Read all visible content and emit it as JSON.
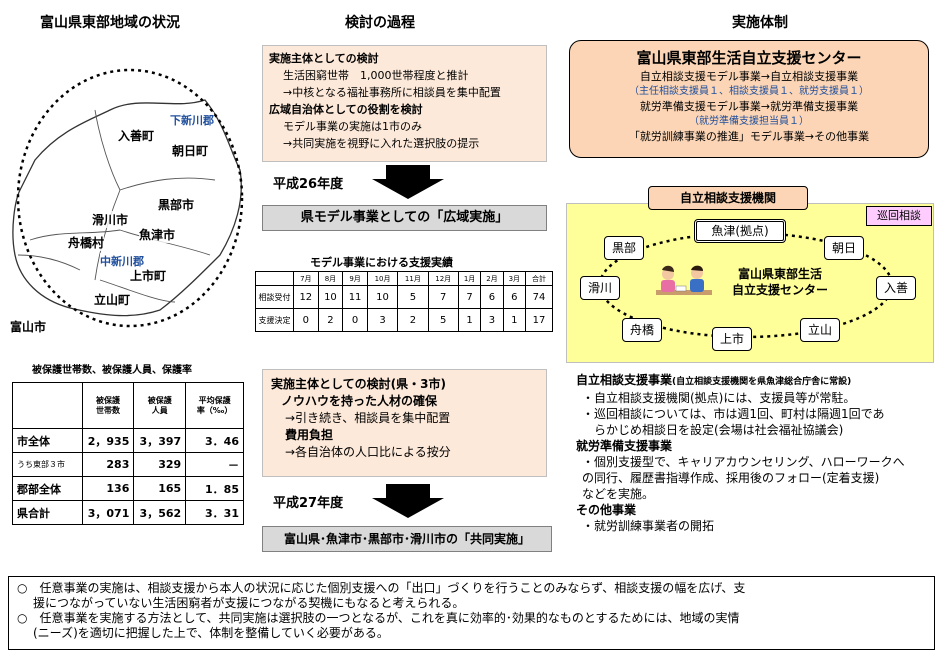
{
  "headers": {
    "left": "富山県東部地域の状況",
    "middle": "検討の過程",
    "right": "実施体制"
  },
  "map": {
    "labels": {
      "shimoniikawa_gun": "下新川郡",
      "nyuzen": "入善町",
      "asahi": "朝日町",
      "kurobe": "黒部市",
      "namerikawa": "滑川市",
      "uozu": "魚津市",
      "funahashi": "舟橋村",
      "nakaniikawa_gun": "中新川郡",
      "kamiichi": "上市町",
      "tateyama": "立山町",
      "toyama": "富山市"
    }
  },
  "welfare_title": "被保護世帯数、被保護人員、保護率",
  "welfare_table": {
    "headers": [
      "",
      "被保護\n世帯数",
      "被保護\n人員",
      "平均保護\n率（‰）"
    ],
    "rows": [
      {
        "label": "市全体",
        "households": "2，935",
        "persons": "3，397",
        "rate": "3．46"
      },
      {
        "label": "うち東部３市",
        "households": "283",
        "persons": "329",
        "rate": "－"
      },
      {
        "label": "郡部全体",
        "households": "136",
        "persons": "165",
        "rate": "1．85"
      },
      {
        "label": "県合計",
        "households": "3，071",
        "persons": "3，562",
        "rate": "3．31"
      }
    ]
  },
  "process": {
    "box1": {
      "h1": "実施主体としての検討",
      "l1": "生活困窮世帯　1,000世帯程度と推計",
      "l2": "→中核となる福祉事務所に相談員を集中配置",
      "h2": "広域自治体としての役割を検討",
      "l3": "モデル事業の実施は1市のみ",
      "l4": "→共同実施を視野に入れた選択肢の提示"
    },
    "year1": "平成26年度",
    "band1": "県モデル事業としての「広域実施」",
    "results_title": "モデル事業における支援実績",
    "results_table": {
      "months": [
        "7月",
        "8月",
        "9月",
        "10月",
        "11月",
        "12月",
        "1月",
        "2月",
        "3月",
        "合計"
      ],
      "rows": [
        {
          "label": "相談受付",
          "values": [
            "12",
            "10",
            "11",
            "10",
            "5",
            "7",
            "7",
            "6",
            "6",
            "74"
          ]
        },
        {
          "label": "支援決定",
          "values": [
            "0",
            "2",
            "0",
            "3",
            "2",
            "5",
            "1",
            "3",
            "1",
            "17"
          ]
        }
      ]
    },
    "box2": {
      "h1": "実施主体としての検討(県・3市)",
      "h2": "ノウハウを持った人材の確保",
      "l1": "→引き続き、相談員を集中配置",
      "h3": "費用負担",
      "l2": "→各自治体の人口比による按分"
    },
    "year2": "平成27年度",
    "band2": "富山県･魚津市･黒部市･滑川市の「共同実施」"
  },
  "center_box": {
    "title": "富山県東部生活自立支援センター",
    "l1": "自立相談支援モデル事業→自立相談支援事業",
    "l2": "（主任相談支援員１、相談支援員１、就労支援員１）",
    "l3": "就労準備支援モデル事業→就労準備支援事業",
    "l4": "（就労準備支援担当員１）",
    "l5": "「就労訓練事業の推進」モデル事業→その他事業"
  },
  "agency": {
    "tab": "自立相談支援機関",
    "patrol": "巡回相談",
    "hub": "魚津(拠点)",
    "center_l1": "富山県東部生活",
    "center_l2": "自立支援センター",
    "nodes": {
      "kurobe": "黒部",
      "asahi": "朝日",
      "namerikawa": "滑川",
      "nyuzen": "入善",
      "funahashi": "舟橋",
      "kamiichi": "上市",
      "tateyama": "立山"
    }
  },
  "details": {
    "s1_title": "自立相談支援事業",
    "s1_note": "(自立相談支援機関を県魚津総合庁舎に常設)",
    "s1_b1": "・自立相談支援機関(拠点)には、支援員等が常駐。",
    "s1_b2a": "・巡回相談については、市は週1回、町村は隔週1回であ",
    "s1_b2b": "らかじめ相談日を設定(会場は社会福祉協議会)",
    "s2_title": "就労準備支援事業",
    "s2_b1a": "・個別支援型で、キャリアカウンセリング、ハローワークへ",
    "s2_b1b": "の同行、履歴書指導作成、採用後のフォロー(定着支援)",
    "s2_b1c": "などを実施。",
    "s3_title": "その他事業",
    "s3_b1": "・就労訓練事業者の開拓"
  },
  "conclusions": {
    "c1a": "○　任意事業の実施は、相談支援から本人の状況に応じた個別支援への「出口」づくりを行うことのみならず、相談支援の幅を広げ、支",
    "c1b": "援につながっていない生活困窮者が支援につながる契機にもなると考えられる。",
    "c2a": "○　任意事業を実施する方法として、共同実施は選択肢の一つとなるが、これを真に効率的･効果的なものとするためには、地域の実情",
    "c2b": "(ニーズ)を適切に把握した上で、体制を整備していく必要がある。"
  },
  "colors": {
    "peach": "#fde9d9",
    "center_box": "#fbd5b5",
    "agency_bg": "#ffff99",
    "patrol_bg": "#ffccff",
    "blue_text": "#1f4e9c",
    "gray_band": "#d9d9d9"
  }
}
